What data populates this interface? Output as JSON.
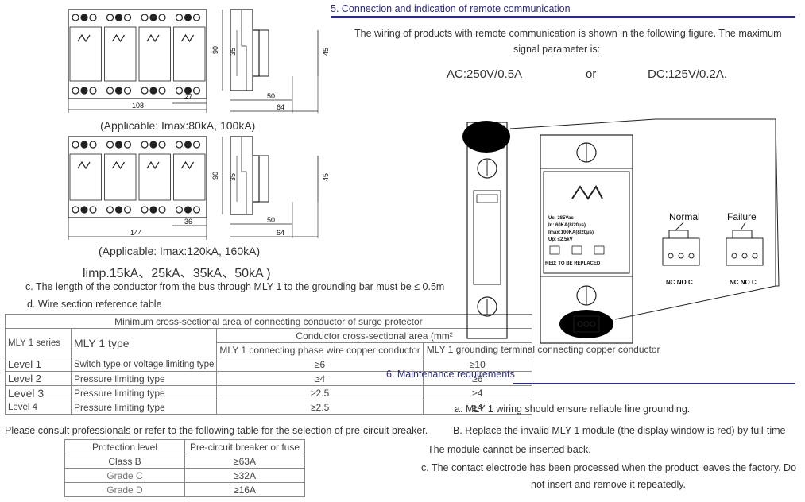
{
  "left": {
    "drawing1": {
      "dim_width": "108",
      "dim_a": "27",
      "dim_h1": "90",
      "dim_h2": "35",
      "dim_h3": "45",
      "dim_b": "50",
      "dim_c": "64"
    },
    "caption1": "(Applicable: Imax:80kA, 100kA)",
    "drawing2": {
      "dim_width": "144",
      "dim_a": "36",
      "dim_h1": "90",
      "dim_h2": "35",
      "dim_h3": "45",
      "dim_b": "50",
      "dim_c": "64"
    },
    "caption2": "(Applicable: Imax:120kA, 160kA)",
    "caption3": "limp.15kA、25kA、35kA、50kA )",
    "note_c": "c. The length of the conductor from the bus through MLY 1 to the grounding bar must be ≤ 0.5m",
    "note_d": "d. Wire section reference table"
  },
  "table1": {
    "title": "Minimum cross-sectional area of connecting conductor of surge protector",
    "col_series": "MLY 1 series",
    "col_type": "MLY 1 type",
    "col_area": "Conductor cross-sectional area (mm²",
    "col_phase": "MLY 1 connecting phase wire copper conductor",
    "col_ground": "MLY 1 grounding terminal connecting copper conductor",
    "rows": [
      {
        "level": "Level 1",
        "type": "Switch type or voltage limiting type",
        "phase": "≥6",
        "ground": "≥10"
      },
      {
        "level": "Level 2",
        "type": "Pressure limiting type",
        "phase": "≥4",
        "ground": "≥6"
      },
      {
        "level": "Level 3",
        "type": "Pressure limiting type",
        "phase": "≥2.5",
        "ground": "≥4"
      },
      {
        "level": "Level 4",
        "type": "Pressure limiting type",
        "phase": "≥2.5",
        "ground": "≥4"
      }
    ]
  },
  "consult": "Please consult professionals or refer to the following table for the selection of pre-circuit breaker.",
  "table2": {
    "col_level": "Protection level",
    "col_breaker": "Pre-circuit breaker or fuse",
    "rows": [
      {
        "level": "Class B",
        "value": "≥63A"
      },
      {
        "level": "Grade C",
        "value": "≥32A"
      },
      {
        "level": "Grade D",
        "value": "≥16A"
      }
    ]
  },
  "right": {
    "sec5_title": "5. Connection and indication of remote communication",
    "sec5_line1": "The wiring of products with remote communication is shown in the following figure. The maximum",
    "sec5_line2": "signal parameter is:",
    "ac": "AC:250V/0.5A",
    "or": "or",
    "dc": "DC:125V/0.2A.",
    "figure": {
      "normal": "Normal",
      "failure": "Failure",
      "terminals": "NC NO C",
      "uc": "Uc:  385Vac",
      "in": "In:  60KA(8/20μs)",
      "imax": "Imax:100KA(8/20μs)",
      "up": "Up:  ≤2.5kV",
      "red": "RED: TO BE REPLACED"
    },
    "sec6_title": "6. Maintenance requirements",
    "item_a": "a. MLY 1 wiring should ensure reliable line grounding.",
    "item_b1": "B. Replace the invalid MLY 1 module (the display window is red) by full-time",
    "item_b2": "The module cannot be inserted back.",
    "item_c1": "c. The contact electrode has been processed when the product leaves the factory. Do",
    "item_c2": "not insert and remove it repeatedly."
  }
}
